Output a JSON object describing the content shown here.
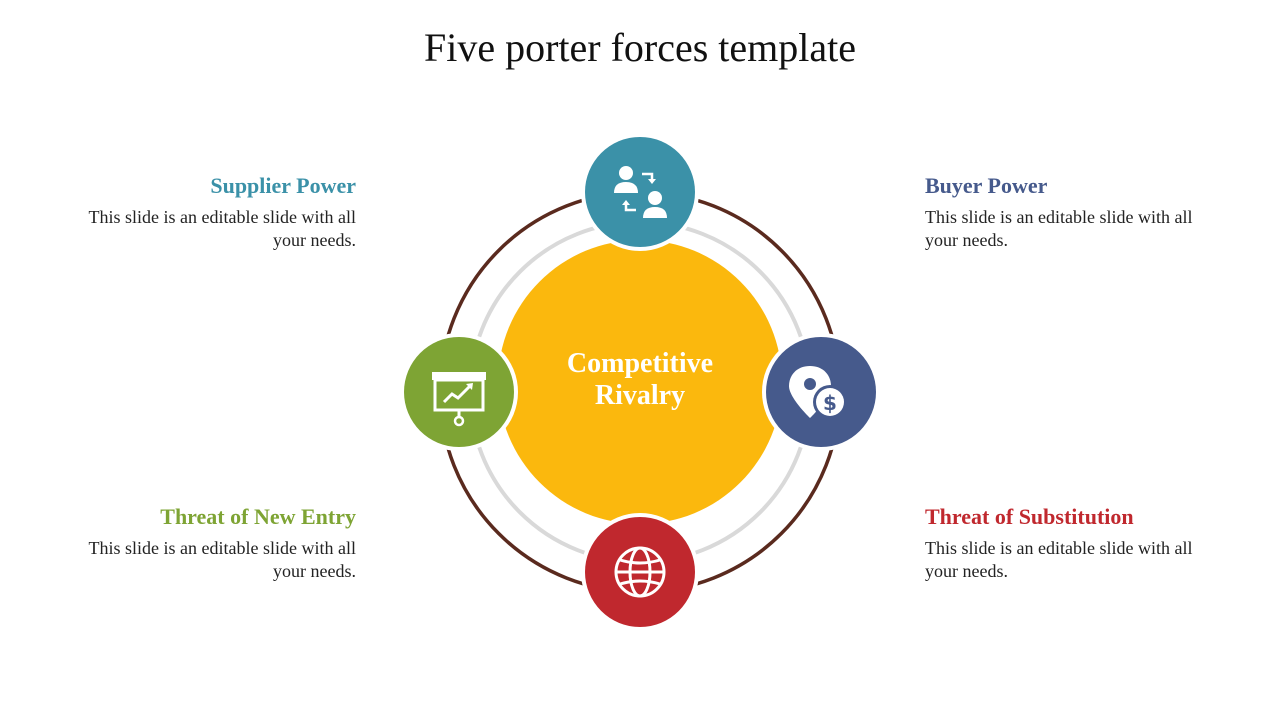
{
  "title": "Five porter forces template",
  "center": {
    "line1": "Competitive",
    "line2": "Rivalry"
  },
  "forces": {
    "supplier": {
      "title": "Supplier Power",
      "desc": "This slide is an editable slide with all your needs.",
      "color": "#3b91a8",
      "icon": "people-exchange-icon"
    },
    "buyer": {
      "title": "Buyer Power",
      "desc": "This slide is an editable slide with all your needs.",
      "color": "#465a8c",
      "icon": "location-dollar-icon"
    },
    "entry": {
      "title": "Threat of New Entry",
      "desc": "This slide is an editable slide with all your needs.",
      "color": "#7ea434",
      "icon": "presentation-chart-icon"
    },
    "substitution": {
      "title": "Threat of Substitution",
      "desc": "This slide is an editable slide with all your needs.",
      "color": "#c0282e",
      "icon": "globe-icon"
    }
  },
  "colors": {
    "center": "#fbb80d",
    "outer_ring": "#5a2a1e",
    "inner_ring": "#d9d9d9"
  }
}
